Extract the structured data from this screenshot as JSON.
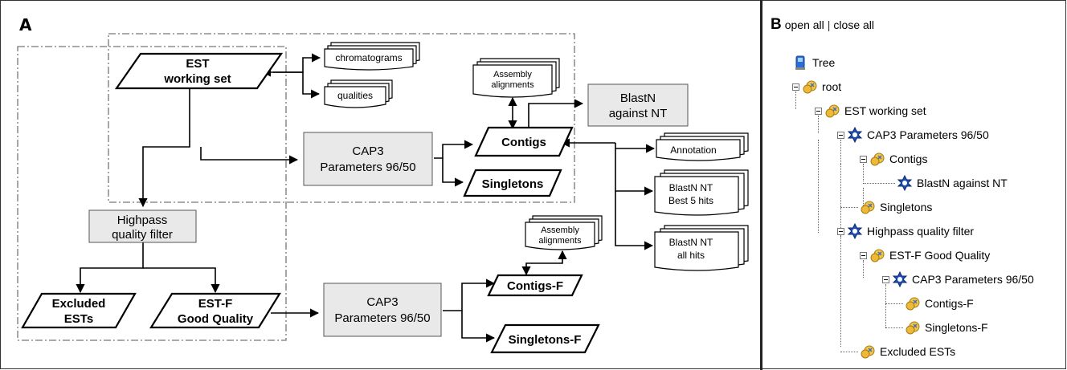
{
  "panelA": {
    "label": "A",
    "nodes": {
      "est_working_set": [
        "EST",
        "working set"
      ],
      "chromatograms": "chromatograms",
      "qualities": "qualities",
      "assembly_alignments_1": [
        "Assembly",
        "alignments"
      ],
      "blastn_against_nt": [
        "BlastN",
        "against NT"
      ],
      "cap3_1": [
        "CAP3",
        "Parameters 96/50"
      ],
      "contigs": "Contigs",
      "singletons": "Singletons",
      "annotation": "Annotation",
      "blastn_best5": [
        "BlastN NT",
        "Best 5 hits"
      ],
      "blastn_all": [
        "BlastN NT",
        "all hits"
      ],
      "highpass": [
        "Highpass",
        "quality filter"
      ],
      "excluded_ests": [
        "Excluded",
        "ESTs"
      ],
      "est_f": [
        "EST-F",
        "Good Quality"
      ],
      "cap3_2": [
        "CAP3",
        "Parameters 96/50"
      ],
      "assembly_alignments_2": [
        "Assembly",
        "alignments"
      ],
      "contigs_f": "Contigs-F",
      "singletons_f": "Singletons-F"
    }
  },
  "panelB": {
    "label": "B",
    "toolbar": {
      "open_all": "open all",
      "separator": "|",
      "close_all": "close all"
    },
    "tree": [
      {
        "label": "Tree",
        "icon": "computer-icon"
      },
      {
        "label": "root",
        "icon": "folder-icon"
      },
      {
        "label": "EST working set",
        "icon": "folder-icon"
      },
      {
        "label": "CAP3 Parameters 96/50",
        "icon": "process-icon"
      },
      {
        "label": "Contigs",
        "icon": "folder-icon"
      },
      {
        "label": "BlastN against NT",
        "icon": "process-icon"
      },
      {
        "label": "Singletons",
        "icon": "folder-icon"
      },
      {
        "label": "Highpass quality filter",
        "icon": "process-icon"
      },
      {
        "label": "EST-F Good Quality",
        "icon": "folder-icon"
      },
      {
        "label": "CAP3 Parameters 96/50",
        "icon": "process-icon"
      },
      {
        "label": "Contigs-F",
        "icon": "folder-icon"
      },
      {
        "label": "Singletons-F",
        "icon": "folder-icon"
      },
      {
        "label": "Excluded ESTs",
        "icon": "folder-icon"
      }
    ]
  }
}
